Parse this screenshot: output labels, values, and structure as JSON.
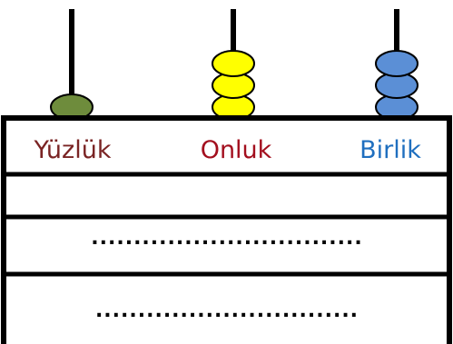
{
  "columns": [
    {
      "label": "Yüzlük",
      "bead_count": 1,
      "bead_color": "#6e8c3c",
      "label_color": "#7a2424"
    },
    {
      "label": "Onluk",
      "bead_count": 3,
      "bead_color": "#ffff00",
      "label_color": "#a30f1e"
    },
    {
      "label": "Birlik",
      "bead_count": 3,
      "bead_color": "#5b8fd6",
      "label_color": "#1f6fbf"
    }
  ],
  "answer_lines": [
    {
      "dots": "................................"
    },
    {
      "dots": "..............................."
    }
  ]
}
